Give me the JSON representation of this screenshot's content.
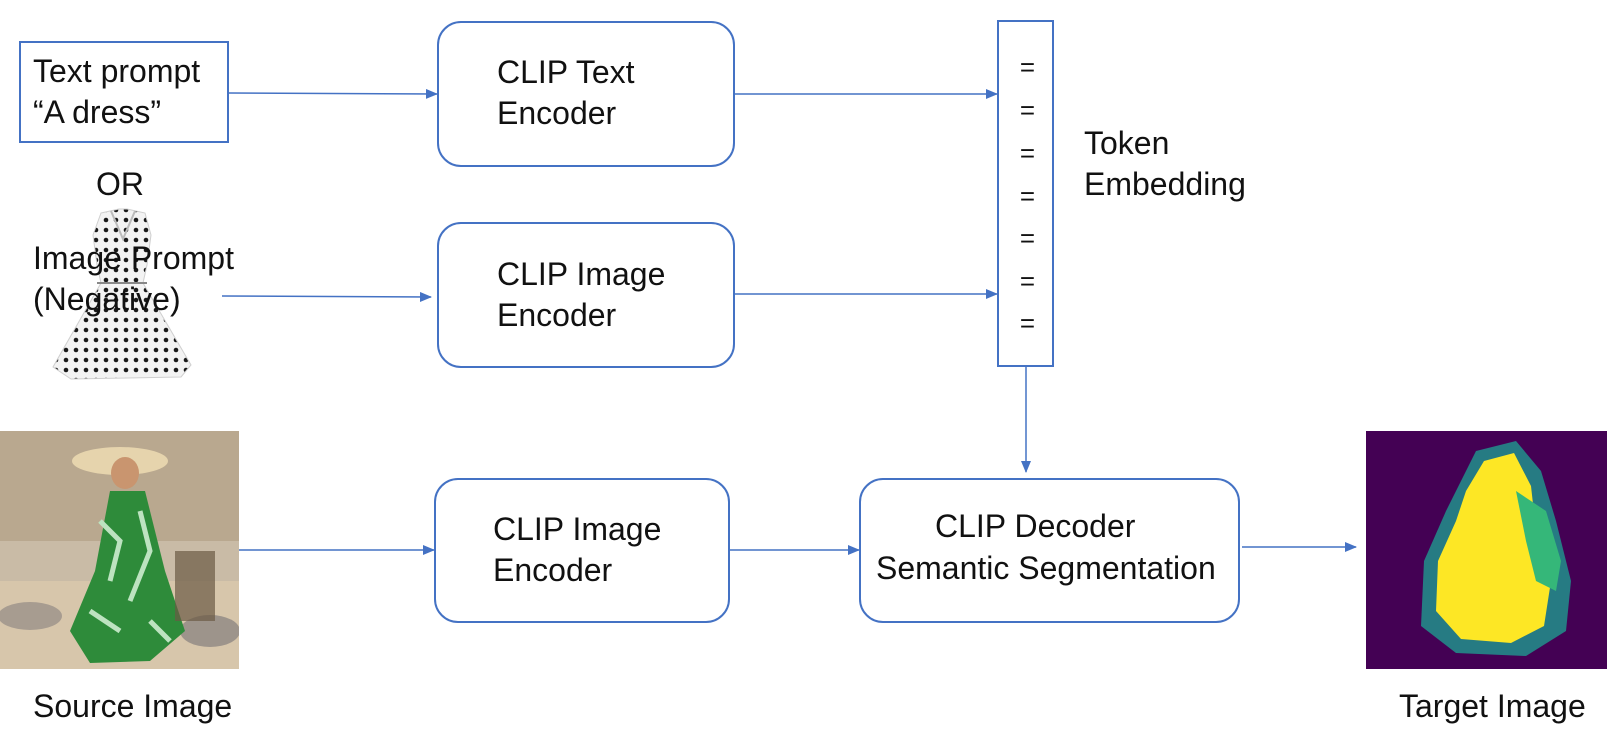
{
  "text_prompt": {
    "line1": "Text prompt",
    "line2": "“A dress”"
  },
  "or_label": "OR",
  "image_prompt": {
    "line1": "Image Prompt",
    "line2": "(Negative)"
  },
  "clip_text_encoder": {
    "line1": "CLIP Text",
    "line2": "Encoder"
  },
  "clip_image_encoder_top": {
    "line1": "CLIP Image",
    "line2": "Encoder"
  },
  "clip_image_encoder_bottom": {
    "line1": "CLIP Image",
    "line2": "Encoder"
  },
  "clip_decoder": {
    "line1": "CLIP Decoder",
    "line2": "Semantic Segmentation"
  },
  "token_embedding": {
    "line1": "Token",
    "line2": "Embedding",
    "symbols": [
      "=",
      "=",
      "=",
      "=",
      "=",
      "=",
      "="
    ]
  },
  "source_image_label": "Source Image",
  "target_image_label": "Target Image",
  "colors": {
    "arrow": "#4472c4",
    "mask_background": "#440154",
    "mask_mid": "#21918c",
    "mask_high": "#fde725",
    "leaf_green": "#2e8b3a"
  }
}
